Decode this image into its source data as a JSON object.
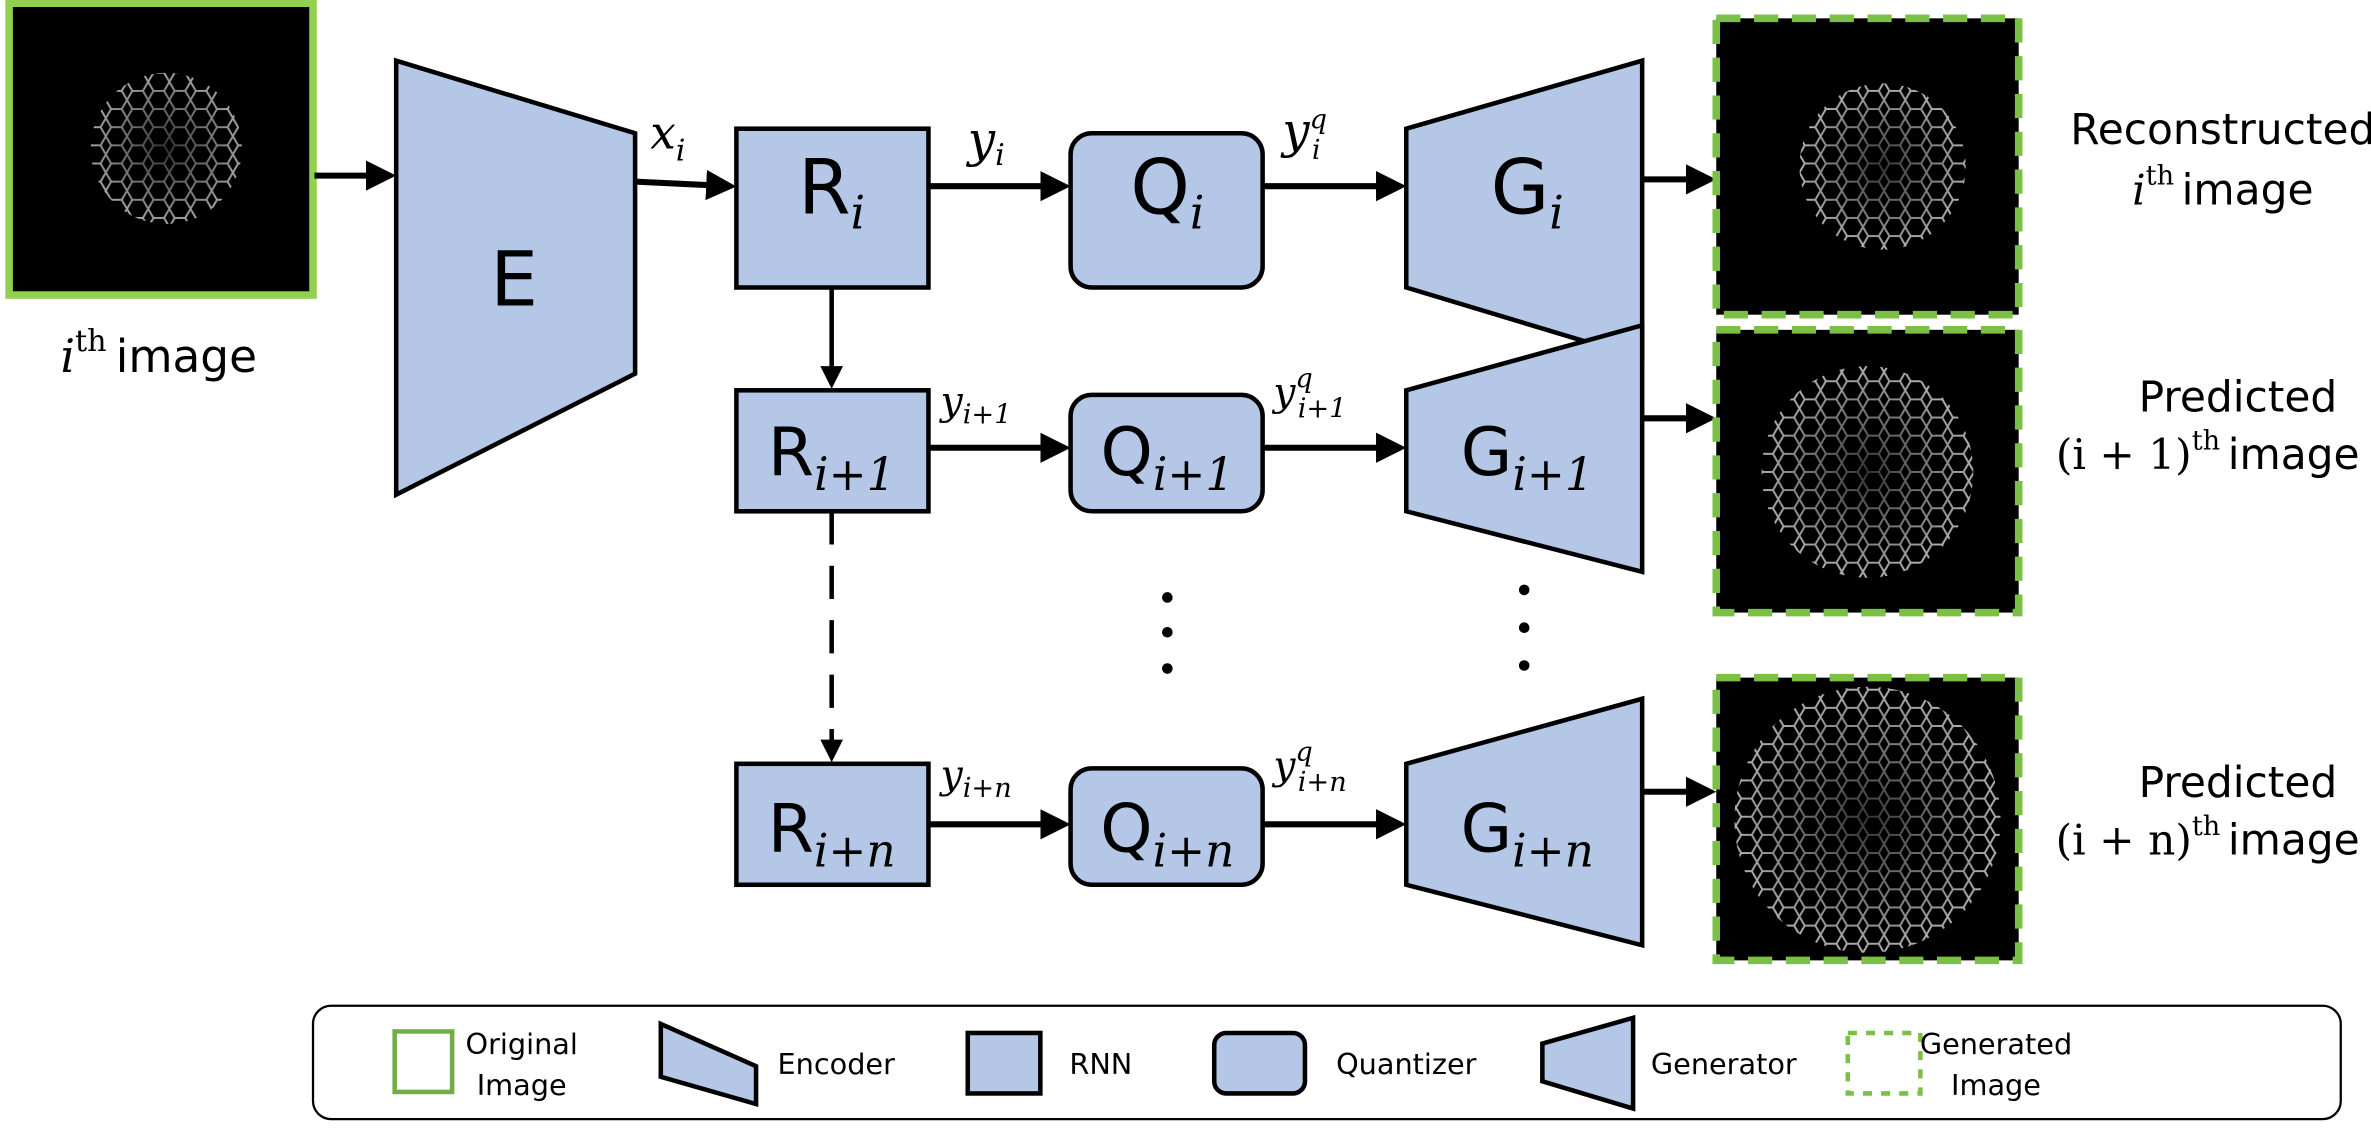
{
  "colors": {
    "block_fill": "#b4c7e7",
    "original_border": "#92d050",
    "generated_border": "#7cbf45",
    "legend_original": "#70ad47"
  },
  "input": {
    "label_sup": "th",
    "label_var": "i",
    "label_word": "image"
  },
  "encoder": {
    "label": "E",
    "out_var": "x",
    "out_sub": "i"
  },
  "rows": [
    {
      "rnn": "R",
      "sub": "i",
      "y": "y",
      "q": "Q",
      "g": "G",
      "output_title": "Reconstructed",
      "output_prefix": "i",
      "output_sup": "th",
      "output_word": "image"
    },
    {
      "rnn": "R",
      "sub": "i+1",
      "y": "y",
      "q": "Q",
      "g": "G",
      "output_title": "Predicted",
      "output_prefix": "(i + 1)",
      "output_sup": "th",
      "output_word": "image"
    },
    {
      "rnn": "R",
      "sub": "i+n",
      "y": "y",
      "q": "Q",
      "g": "G",
      "output_title": "Predicted",
      "output_prefix": "(i + n)",
      "output_sup": "th",
      "output_word": "image"
    }
  ],
  "quantized_sup": "q",
  "legend": [
    {
      "icon": "original-image-icon",
      "lines": [
        "Original",
        "Image"
      ]
    },
    {
      "icon": "encoder-icon",
      "lines": [
        "Encoder"
      ]
    },
    {
      "icon": "rnn-icon",
      "lines": [
        "RNN"
      ]
    },
    {
      "icon": "quantizer-icon",
      "lines": [
        "Quantizer"
      ]
    },
    {
      "icon": "generator-icon",
      "lines": [
        "Generator"
      ]
    },
    {
      "icon": "generated-image-icon",
      "lines": [
        "Generated",
        "Image"
      ]
    }
  ]
}
